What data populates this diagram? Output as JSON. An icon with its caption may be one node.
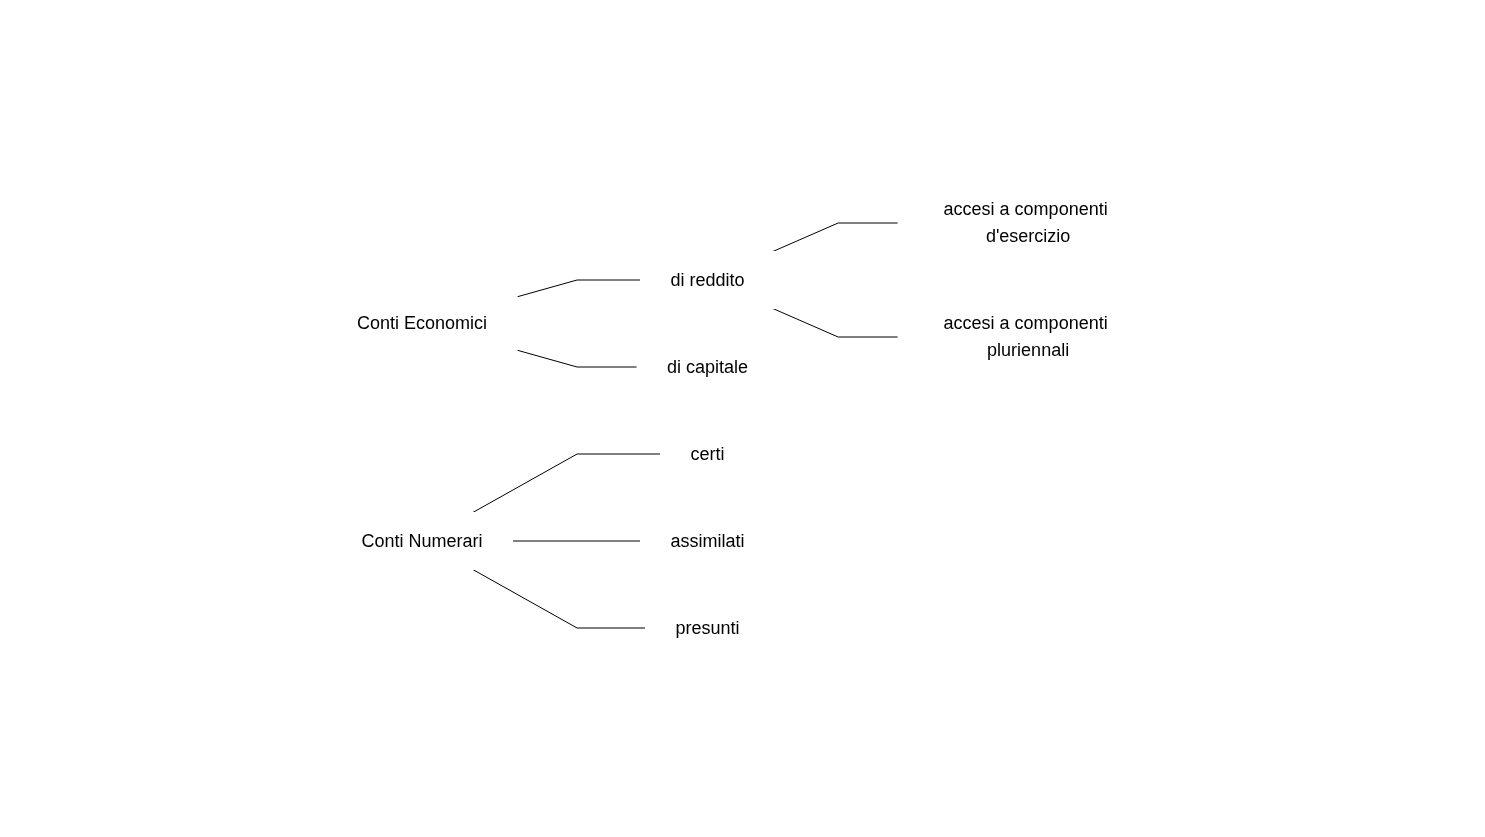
{
  "diagram": {
    "nodes": [
      {
        "text": [
          "Conti Economici"
        ]
      },
      {
        "text": [
          "di reddito"
        ]
      },
      {
        "text": [
          "di capitale"
        ]
      },
      {
        "text": [
          "accesi a componenti d'esercizio"
        ]
      },
      {
        "text": [
          "accesi a componenti pluriennali"
        ]
      },
      {
        "text": [
          "Conti Numerari"
        ]
      },
      {
        "text": [
          "certi"
        ]
      },
      {
        "text": [
          "assimilati"
        ]
      },
      {
        "text": [
          "presunti"
        ]
      }
    ],
    "edges": [
      {
        "from": 0,
        "to": 1,
        "arrow": "none"
      },
      {
        "from": 0,
        "to": 2,
        "arrow": "none"
      },
      {
        "from": 1,
        "to": 3,
        "arrow": "none"
      },
      {
        "from": 1,
        "to": 4,
        "arrow": "none"
      },
      {
        "from": 5,
        "to": 6,
        "arrow": "none"
      },
      {
        "from": 5,
        "to": 7,
        "arrow": "none"
      },
      {
        "from": 5,
        "to": 8,
        "arrow": "none"
      }
    ]
  }
}
